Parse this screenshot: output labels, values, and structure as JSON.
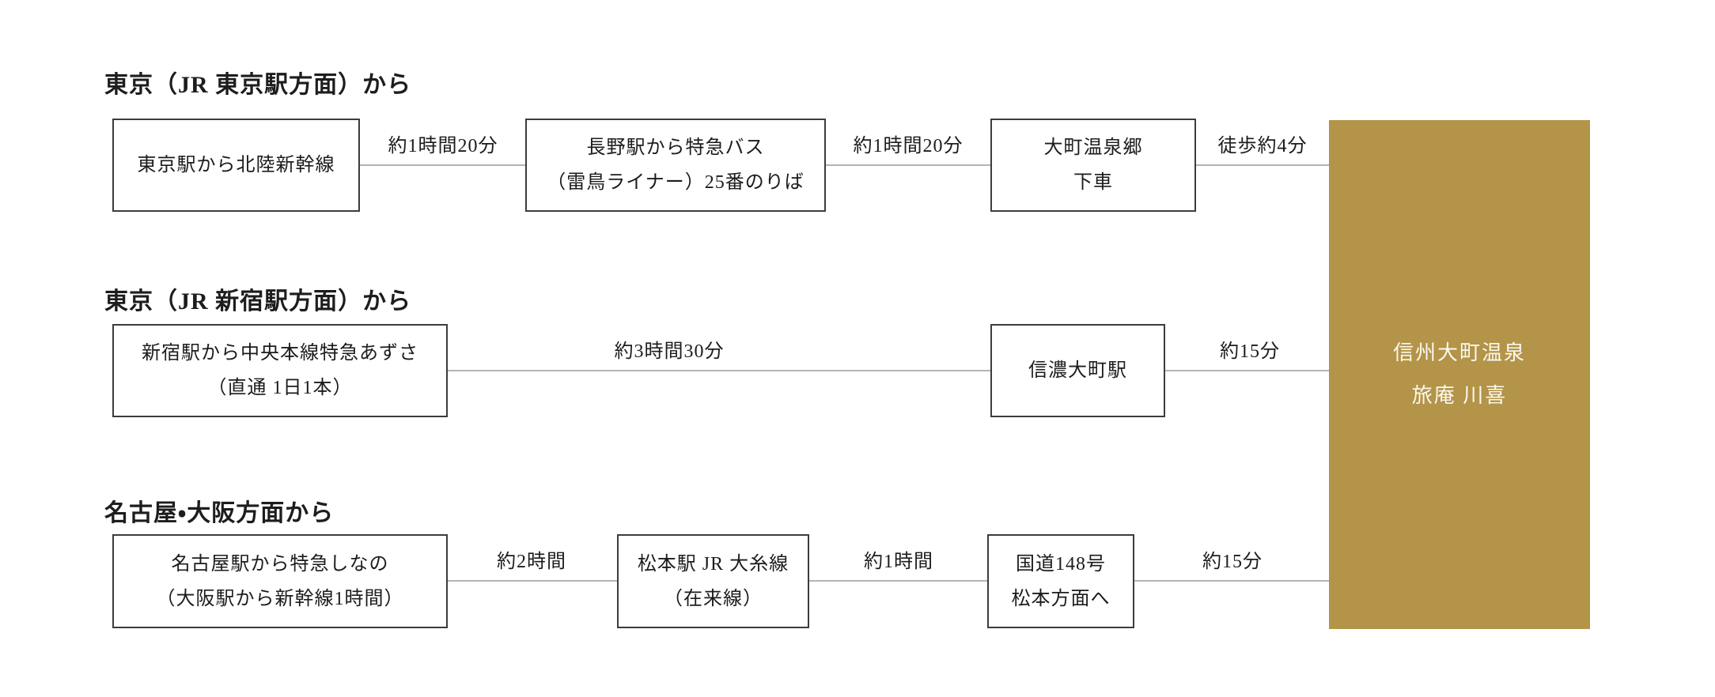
{
  "colors": {
    "background": "#ffffff",
    "accent_gold": "#b39448",
    "box_border": "#3c3c3c",
    "connector_line": "#b4b4b4",
    "text": "#1c1c1c",
    "destination_text": "#fbf8f0"
  },
  "destination": {
    "line1": "信州大町温泉",
    "line2": "旅庵 川喜"
  },
  "sections": [
    {
      "heading": "東京（JR 東京駅方面）から",
      "boxes": [
        {
          "lines": [
            "東京駅から北陸新幹線"
          ]
        },
        {
          "lines": [
            "長野駅から特急バス",
            "（雷鳥ライナー）25番のりば"
          ]
        },
        {
          "lines": [
            "大町温泉郷",
            "下車"
          ]
        }
      ],
      "durations": [
        "約1時間20分",
        "約1時間20分",
        "徒歩約4分"
      ]
    },
    {
      "heading": "東京（JR 新宿駅方面）から",
      "boxes": [
        {
          "lines": [
            "新宿駅から中央本線特急あずさ",
            "（直通 1日1本）"
          ]
        },
        {
          "lines": [
            "信濃大町駅"
          ]
        }
      ],
      "durations": [
        "約3時間30分",
        "約15分"
      ]
    },
    {
      "heading": "名古屋・大阪方面から",
      "boxes": [
        {
          "lines": [
            "名古屋駅から特急しなの",
            "（大阪駅から新幹線1時間）"
          ]
        },
        {
          "lines": [
            "松本駅 JR 大糸線",
            "（在来線）"
          ]
        },
        {
          "lines": [
            "国道148号",
            "松本方面へ"
          ]
        }
      ],
      "durations": [
        "約2時間",
        "約1時間",
        "約15分"
      ]
    }
  ]
}
